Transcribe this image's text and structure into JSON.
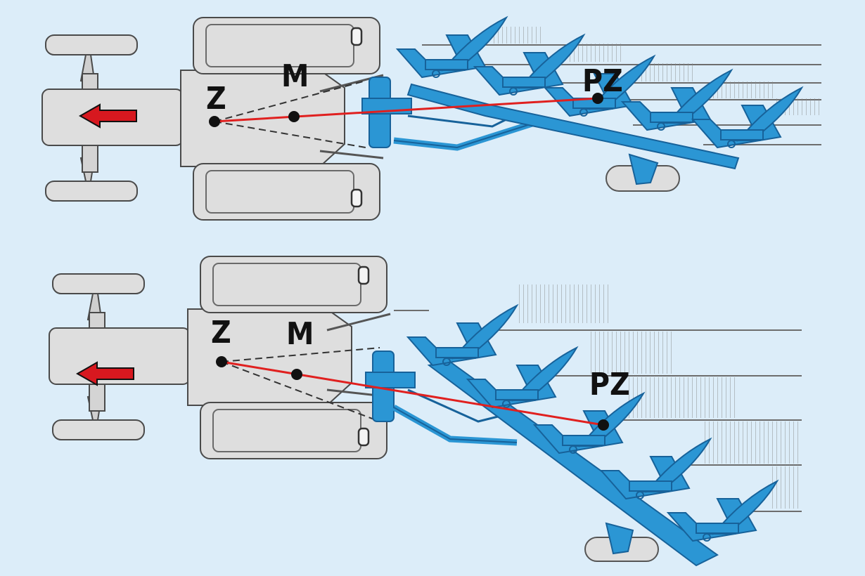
{
  "colors": {
    "background": "#dcedf9",
    "tractor": "#dedede",
    "tractor_outline": "#4a4a4a",
    "plough": "#2b96d4",
    "plough_dark": "#17629a",
    "line_of_draft": "#e0201f",
    "arrow": "#d7181f"
  },
  "icons": [
    "direction-arrow-icon",
    "tractor-icon",
    "plough-icon",
    "furrow-pattern"
  ],
  "diagrams": [
    {
      "id": "top",
      "labels": {
        "center": "Z",
        "mid": "M",
        "pull": "PZ"
      }
    },
    {
      "id": "bottom",
      "labels": {
        "center": "Z",
        "mid": "M",
        "pull": "PZ"
      }
    }
  ]
}
